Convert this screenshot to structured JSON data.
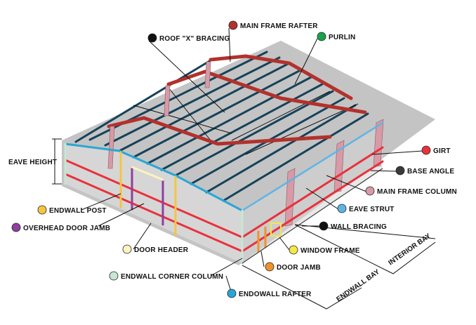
{
  "labels": {
    "roof_x_bracing": "ROOF \"X\" BRACING",
    "main_frame_rafter": "MAIN FRAME RAFTER",
    "purlin": "PURLIN",
    "girt": "GIRT",
    "base_angle": "BASE ANGLE",
    "main_frame_column": "MAIN FRAME COLUMN",
    "eave_strut": "EAVE STRUT",
    "wall_bracing": "WALL BRACING",
    "window_frame": "WINDOW FRAME",
    "door_jamb": "DOOR JAMB",
    "endwall_rafter": "ENDOWALL RAFTER",
    "endwall_corner_column": "ENDWALL CORNER COLUMN",
    "door_header": "DOOR HEADER",
    "overhead_door_jamb": "OVERHEAD DOOR JAMB",
    "endwall_post": "ENDWALL POST",
    "eave_height": "EAVE HEIGHT",
    "interior_bay": "INTERIOR BAY",
    "endwall_bay": "ENDWALL BAY"
  },
  "colors": {
    "roof_x_bracing": "#111111",
    "main_frame_rafter": "#b3312c",
    "purlin": "#17a34a",
    "girt": "#e8323c",
    "base_angle": "#3a3a3a",
    "main_frame_column": "#d79aa6",
    "eave_strut": "#5fb4e6",
    "wall_bracing": "#111111",
    "window_frame": "#f3e84a",
    "door_jamb": "#f0922b",
    "endwall_rafter": "#2aa6d6",
    "endwall_corner_column": "#c7e6d3",
    "door_header": "#fbf3c0",
    "overhead_door_jamb": "#8e3fa0",
    "endwall_post": "#f5c542",
    "slab": "#c4c4c4",
    "wall": "#d6d6d6",
    "purlin_dark": "#16425a"
  }
}
